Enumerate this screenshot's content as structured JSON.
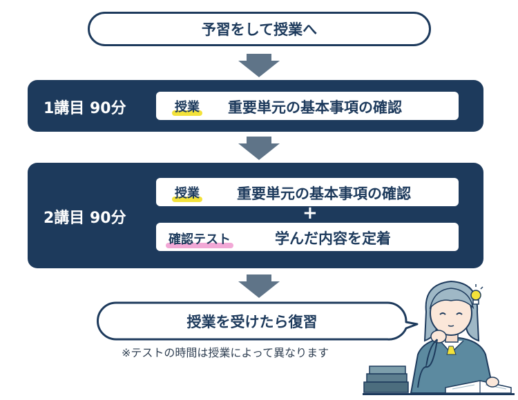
{
  "steps": {
    "preview": "予習をして授業へ",
    "lesson1": {
      "label": "1講目 90分",
      "row1": {
        "tag": "授業",
        "text": "重要単元の基本事項の確認"
      }
    },
    "lesson2": {
      "label": "2講目 90分",
      "row1": {
        "tag": "授業",
        "text": "重要単元の基本事項の確認"
      },
      "plus": "+",
      "row2": {
        "tag": "確認テスト",
        "text": "学んだ内容を定着"
      }
    },
    "review": "授業を受けたら復習",
    "note": "※テストの時間は授業によって異なります"
  },
  "colors": {
    "navy": "#1d3a5c",
    "arrow": "#5f7488",
    "highlight_yellow": "#f3e23a",
    "highlight_pink": "#f2a8d6"
  },
  "icons": {
    "arrow": "down-arrow-icon",
    "illustration": "student-thinking-illustration",
    "lightbulb": "lightbulb-icon"
  }
}
